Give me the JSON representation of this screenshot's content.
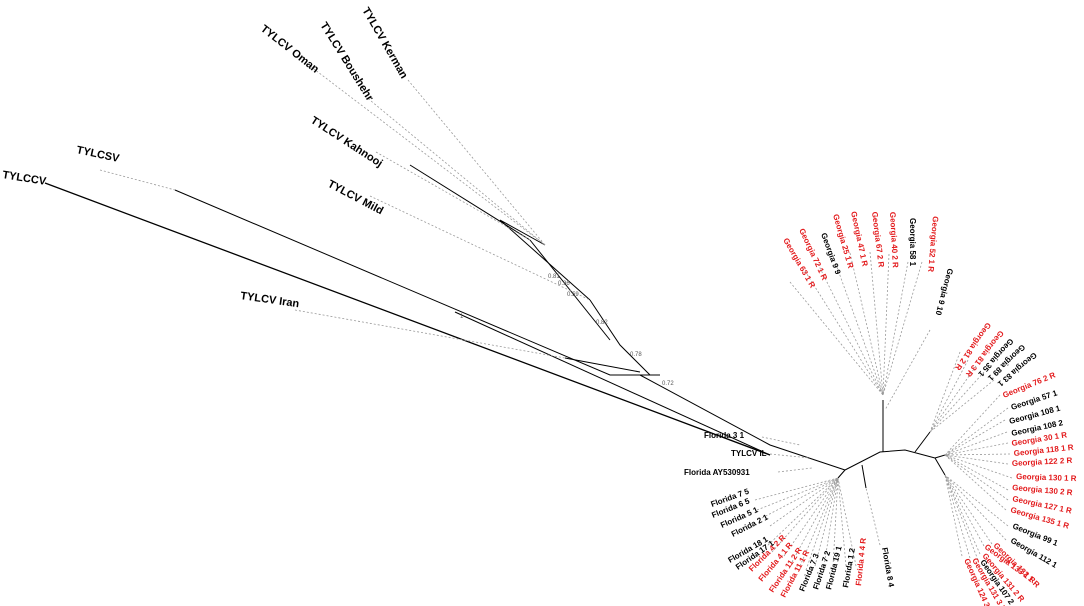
{
  "colors": {
    "black_label": "#000000",
    "red_label": "#e31a1c",
    "branch": "#000000",
    "dotted_branch": "#9a9a9a",
    "support_value": "#555555"
  },
  "outgroups": [
    {
      "text": "TYLCCV",
      "color": "black"
    },
    {
      "text": "TYLCSV",
      "color": "black"
    },
    {
      "text": "TYLCV Iran",
      "color": "black"
    },
    {
      "text": "TYLCV Mild",
      "color": "black"
    },
    {
      "text": "TYLCV Kahnooj",
      "color": "black"
    },
    {
      "text": "TYLCV Oman",
      "color": "black"
    },
    {
      "text": "TYLCV Boushehr",
      "color": "black"
    },
    {
      "text": "TYLCV Kerman",
      "color": "black"
    }
  ],
  "support_values": [
    "1",
    "0.72",
    "0.78",
    "0.82",
    "0.59",
    "0.96",
    "0.81"
  ],
  "fan_top": [
    {
      "text": "Georgia 63 1 R",
      "color": "red"
    },
    {
      "text": "Georgia 72 1 R",
      "color": "red"
    },
    {
      "text": "Georgia 9 9",
      "color": "black"
    },
    {
      "text": "Georgia 25 1 R",
      "color": "red"
    },
    {
      "text": "Georgia 47 1 R",
      "color": "red"
    },
    {
      "text": "Georgia 67 2 R",
      "color": "red"
    },
    {
      "text": "Georgia 40 2 R",
      "color": "red"
    },
    {
      "text": "Georgia 58 1",
      "color": "black"
    },
    {
      "text": "Georgia 52 1 R",
      "color": "red"
    },
    {
      "text": "Georgia 9 10",
      "color": "black"
    }
  ],
  "fan_upper_right": [
    {
      "text": "Georgia 81 2 R",
      "color": "red"
    },
    {
      "text": "Georgia 81 3 R",
      "color": "red"
    },
    {
      "text": "Georgia 35 1",
      "color": "black"
    },
    {
      "text": "Georgia 89 1",
      "color": "black"
    },
    {
      "text": "Georgia 83 1",
      "color": "black"
    }
  ],
  "fan_right": [
    {
      "text": "Georgia 76 2 R",
      "color": "red"
    },
    {
      "text": "Georgia 57 1",
      "color": "black"
    },
    {
      "text": "Georgia 108 1",
      "color": "black"
    },
    {
      "text": "Georgia 108 2",
      "color": "black"
    },
    {
      "text": "Georgia 30 1 R",
      "color": "red"
    },
    {
      "text": "Georgia 118 1 R",
      "color": "red"
    },
    {
      "text": "Georgia 122 2 R",
      "color": "red"
    },
    {
      "text": "Georgia 130 1 R",
      "color": "red"
    },
    {
      "text": "Georgia 130 2 R",
      "color": "red"
    },
    {
      "text": "Georgia 127 1 R",
      "color": "red"
    },
    {
      "text": "Georgia 135 1 R",
      "color": "red"
    }
  ],
  "fan_lower_right": [
    {
      "text": "Georgia 99 1",
      "color": "black"
    },
    {
      "text": "Georgia 112 1",
      "color": "black"
    },
    {
      "text": "Georgia 133 1 R",
      "color": "red"
    },
    {
      "text": "Georgia 132 1 R",
      "color": "red"
    },
    {
      "text": "Georgia 131 2 R",
      "color": "red"
    },
    {
      "text": "Georgia 107 2",
      "color": "black"
    },
    {
      "text": "Georgia 131 3 R",
      "color": "red"
    },
    {
      "text": "Georgia 124 3 R",
      "color": "red"
    }
  ],
  "florida_left": [
    {
      "text": "Florida 3 1",
      "color": "black"
    },
    {
      "text": "TYLCV IL",
      "color": "black"
    },
    {
      "text": "Florida AY530931",
      "color": "black"
    }
  ],
  "fan_florida_lower": [
    {
      "text": "Florida 7 5",
      "color": "black"
    },
    {
      "text": "Florida 6 5",
      "color": "black"
    },
    {
      "text": "Florida 5 1",
      "color": "black"
    },
    {
      "text": "Florida 2 1",
      "color": "black"
    },
    {
      "text": "Florida 18 1",
      "color": "black"
    },
    {
      "text": "Florida 17 1",
      "color": "black"
    },
    {
      "text": "Florida 4 2 R",
      "color": "red"
    },
    {
      "text": "Florida 4 1 R",
      "color": "red"
    },
    {
      "text": "Florida 11 2 R",
      "color": "red"
    },
    {
      "text": "Florida 11 1 R",
      "color": "red"
    },
    {
      "text": "Florida 7 3",
      "color": "black"
    },
    {
      "text": "Florida 7 2",
      "color": "black"
    },
    {
      "text": "Florida 19 1",
      "color": "black"
    },
    {
      "text": "Florida 1 2",
      "color": "black"
    },
    {
      "text": "Florida 4 4 R",
      "color": "red"
    }
  ],
  "florida_bottom": [
    {
      "text": "Florida 8 4",
      "color": "black"
    }
  ]
}
